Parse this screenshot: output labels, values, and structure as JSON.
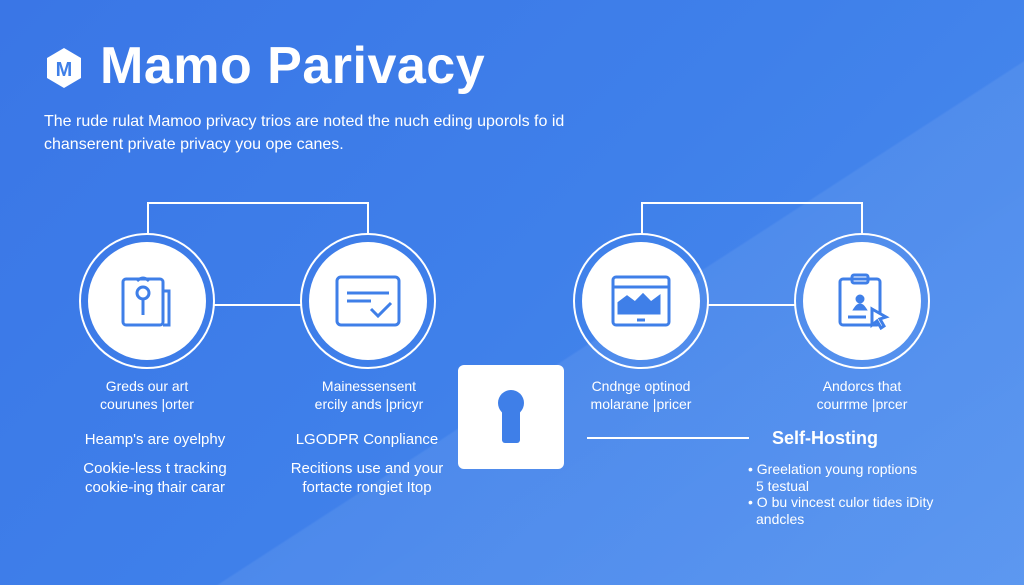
{
  "header": {
    "logo_letter": "M",
    "title": "Mamo Parivacy",
    "intro_line1": "The rude rulat Mamoo privacy trios are noted the nuch eding uporols fo id",
    "intro_line2": "chanserent private privacy you ope canes."
  },
  "nodes": [
    {
      "icon": "document-key-icon",
      "caption1": "Greds our art",
      "caption2": "courunes |orter"
    },
    {
      "icon": "browser-check-icon",
      "caption1": "Mainessensent",
      "caption2": "ercily ands |pricyr"
    },
    {
      "icon": "browser-image-icon",
      "caption1": "Cndnge optinod",
      "caption2": "molarane |pricer"
    },
    {
      "icon": "clipboard-user-cursor-icon",
      "caption1": "Andorcs that",
      "caption2": "courrme |prcer"
    }
  ],
  "features": {
    "left": {
      "heading": "Heamp's are oyelphy",
      "line1": "Cookie-less t tracking",
      "line2": "cookie-ing thair carar"
    },
    "middle": {
      "heading": "LGODPR Conpliance",
      "line1": "Recitions use and your",
      "line2": "fortacte rongiet Itop"
    }
  },
  "self_hosting": {
    "heading": "Self-Hosting",
    "bullets": [
      {
        "line1": "• Greelation young roptions",
        "line2": "5 testual"
      },
      {
        "line1": "• O bu vincest culor tides iDity",
        "line2": "andcles"
      }
    ]
  },
  "colors": {
    "accent": "#3f7fe8",
    "white": "#ffffff"
  }
}
